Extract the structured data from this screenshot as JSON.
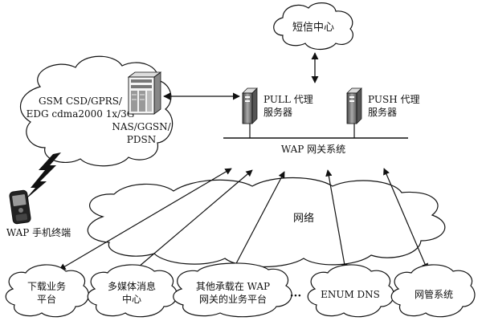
{
  "nodes": {
    "sms_center": "短信中心",
    "access_line1": "GSM CSD/GPRS/",
    "access_line2": "EDG cdma2000 1x/3G",
    "nas_line1": "NAS/GGSN/",
    "nas_line2": "PDSN",
    "pull_line1": "PULL 代理",
    "pull_line2": "服务器",
    "push_line1": "PUSH 代理",
    "push_line2": "服务器",
    "wap_gateway": "WAP 网关系统",
    "terminal": "WAP 手机终端",
    "network": "网络",
    "download_line1": "下载业务",
    "download_line2": "平台",
    "multimedia_line1": "多媒体消息",
    "multimedia_line2": "中心",
    "other_line1": "其他承载在 WAP",
    "other_line2": "网关的业务平台",
    "ellipsis": "···",
    "enum_dns": "ENUM DNS",
    "nms": "网管系统"
  },
  "colors": {
    "stroke": "#111111",
    "server_dark": "#555555",
    "server_light": "#bbbbbb",
    "background": "#ffffff"
  },
  "icons": [
    "server-rack-icon",
    "pull-server-icon",
    "push-server-icon",
    "mobile-phone-icon",
    "lightning-bolt-icon"
  ]
}
